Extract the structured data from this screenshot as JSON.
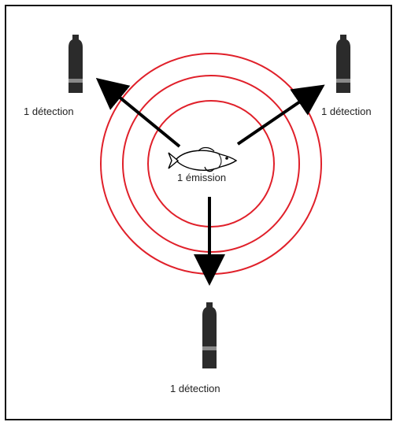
{
  "labels": {
    "left_receiver": "1 détection",
    "right_receiver": "1 détection",
    "bottom_receiver": "1 détection",
    "emitter": "1 émission"
  },
  "colors": {
    "rings": "#e0202a",
    "arrows": "#000000",
    "receiver_body": "#2b2b2b",
    "receiver_band": "#8a8a8a"
  },
  "icons": {
    "emitter": "fish-icon",
    "receiver": "receiver-icon"
  }
}
